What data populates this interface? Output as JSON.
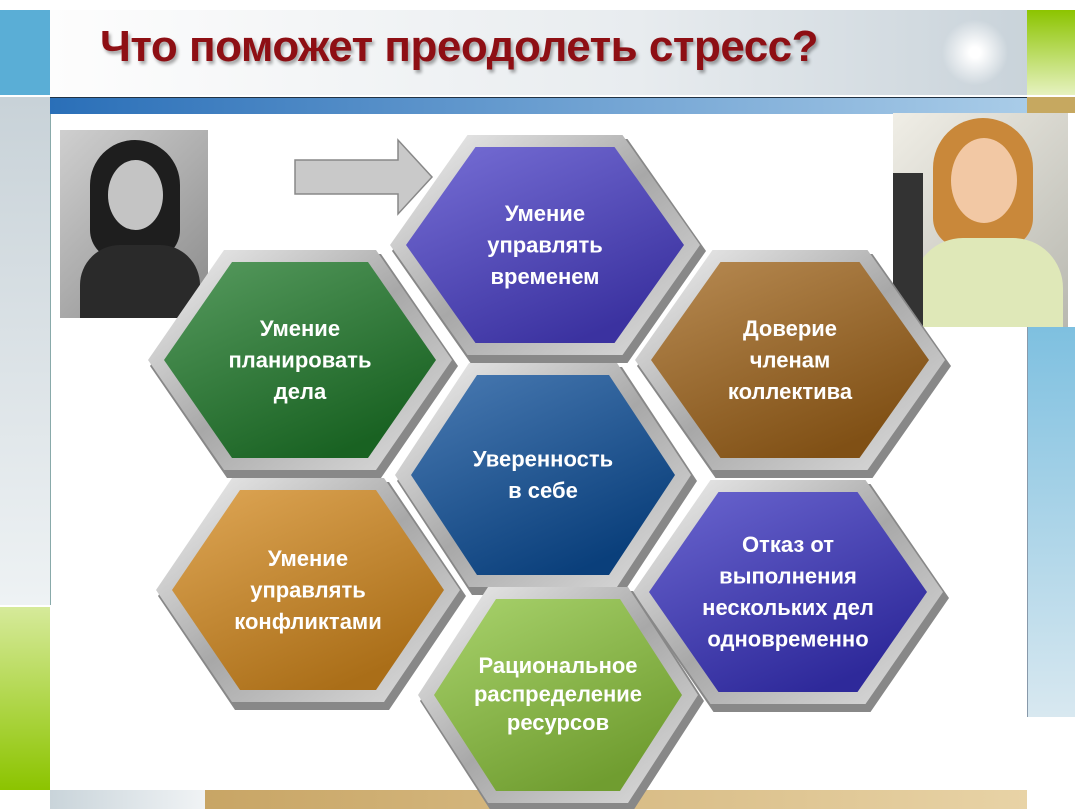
{
  "slide": {
    "title": "Что поможет преодолеть стресс?",
    "photo_left": "stressed-woman-photo",
    "photo_right": "smiling-woman-on-phone-photo"
  },
  "hexagons": [
    {
      "id": "time",
      "lines": [
        "Умение",
        "управлять",
        "временем"
      ],
      "color": "#4a3fc8",
      "text_color": "#ffffff"
    },
    {
      "id": "planning",
      "lines": [
        "Умение",
        "планировать",
        "дела"
      ],
      "color": "#1f7a2a",
      "text_color": "#ffffff"
    },
    {
      "id": "trust",
      "lines": [
        "Доверие",
        "членам",
        "коллектива"
      ],
      "color": "#a0641a",
      "text_color": "#ffffff"
    },
    {
      "id": "confidence",
      "lines": [
        "Уверенность",
        "в себе"
      ],
      "color": "#0d4f9a",
      "text_color": "#f4e84a"
    },
    {
      "id": "conflicts",
      "lines": [
        "Умение",
        "управлять",
        "конфликтами"
      ],
      "color": "#d48a1e",
      "text_color": "#ffffff"
    },
    {
      "id": "multitask",
      "lines": [
        "Отказ от",
        "выполнения",
        "нескольких дел",
        "одновременно"
      ],
      "color": "#3a33c0",
      "text_color": "#ffffff"
    },
    {
      "id": "resources",
      "lines": [
        "Рациональное",
        "распределение",
        "ресурсов"
      ],
      "color": "#8cc43c",
      "text_color": "#ffffff"
    }
  ]
}
